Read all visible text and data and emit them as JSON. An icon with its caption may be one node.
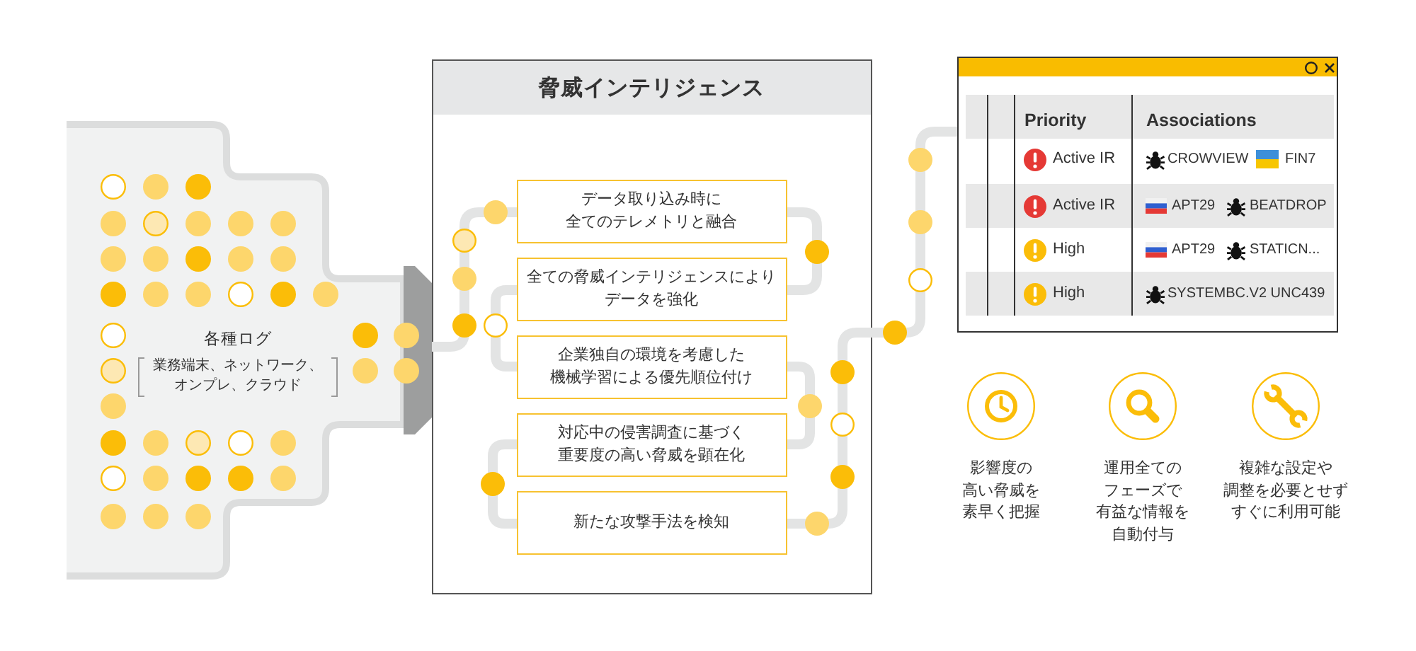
{
  "diagram": {
    "nodes": [
      {
        "text": [
          "各種ログ",
          "業務端末、ネットワーク、オンプレ、クラウド"
        ]
      },
      {
        "text": [
          "脅威インテリジェンス"
        ]
      },
      {
        "text": [
          "データ取り込み時に全てのテレメトリと融合"
        ],
        "in": 1
      },
      {
        "text": [
          "全ての脅威インテリジェンスによりデータを強化"
        ],
        "in": 1
      },
      {
        "text": [
          "企業独自の環境を考慮した機械学習による優先順位付け"
        ],
        "in": 1
      },
      {
        "text": [
          "対応中の侵害調査に基づく重要度の高い脅威を顕在化"
        ],
        "in": 1
      },
      {
        "text": [
          "新たな攻撃手法を検知"
        ],
        "in": 1
      },
      {
        "text": [],
        "shape": "window"
      }
    ],
    "edges": [
      {
        "from": 0,
        "to": 2,
        "arrow": "none"
      },
      {
        "from": 2,
        "to": 3,
        "arrow": "none"
      },
      {
        "from": 3,
        "to": 4,
        "arrow": "none"
      },
      {
        "from": 4,
        "to": 5,
        "arrow": "none"
      },
      {
        "from": 5,
        "to": 6,
        "arrow": "none"
      },
      {
        "from": 6,
        "to": 7,
        "arrow": "none"
      }
    ],
    "labels": [
      "Priority",
      "Associations",
      "Active IR",
      "CROWVIEW",
      "FIN7",
      "Active IR",
      "APT29",
      "BEATDROP",
      "High",
      "APT29",
      "STATICN...",
      "High",
      "SYSTEMBC.V2 UNC439",
      "影響度の高い脅威を素早く把握",
      "運用全てのフェーズで有益な情報を自動付与",
      "複雑な設定や調整を必要とせずすぐに利用可能"
    ]
  }
}
